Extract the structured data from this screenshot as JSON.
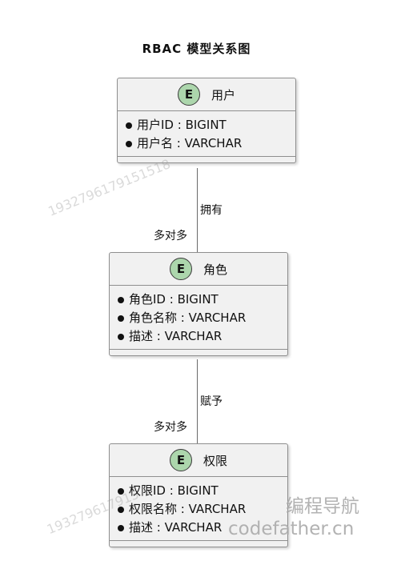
{
  "title": "RBAC 模型关系图",
  "entities": [
    {
      "badge": "E",
      "name": "用户",
      "attributes": [
        "用户ID : BIGINT",
        "用户名 : VARCHAR"
      ]
    },
    {
      "badge": "E",
      "name": "角色",
      "attributes": [
        "角色ID : BIGINT",
        "角色名称 : VARCHAR",
        "描述 : VARCHAR"
      ]
    },
    {
      "badge": "E",
      "name": "权限",
      "attributes": [
        "权限ID : BIGINT",
        "权限名称 : VARCHAR",
        "描述 : VARCHAR"
      ]
    }
  ],
  "relations": [
    {
      "label": "拥有",
      "multiplicity": "多对多"
    },
    {
      "label": "赋予",
      "multiplicity": "多对多"
    }
  ],
  "watermark": {
    "number_1": "1932796179151518",
    "number_2": "193279617915",
    "brand_cn": "编程导航",
    "brand_url": "codefather.cn"
  },
  "colors": {
    "badge_fill": "#acd6ac",
    "entity_fill": "#f1f1f1",
    "border": "#8f8f8f"
  }
}
